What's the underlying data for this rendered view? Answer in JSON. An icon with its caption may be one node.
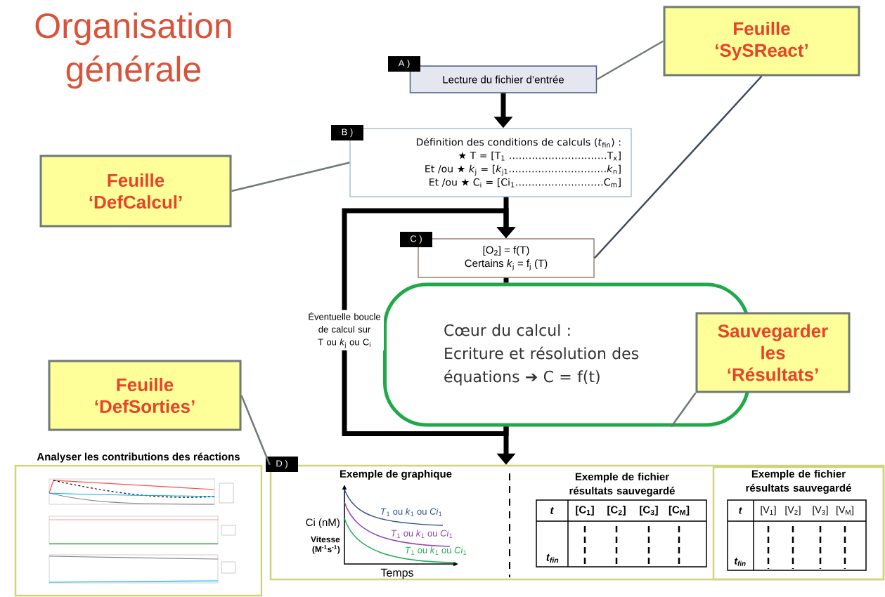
{
  "diagram": {
    "title": "Organisation générale",
    "nodes": [
      {
        "text": [
          "Lecture du fichier d’entrée"
        ],
        "beside": [
          "A )"
        ]
      },
      {
        "text": [
          "Feuille ‘SySReact’"
        ]
      },
      {
        "text": [
          "Définition des conditions de calculs (*t*$_{fin}$) :",
          "★ T = [T$_{1}$ …………………………T$_{x}$]",
          "Et /ou ★ *k*$_{j}$ = [*k*$_{j1}$…………………………*k*$_{n}$]",
          "Et /ou ★ C$_{i}$ = [Ci$_{1}$………………………C$_{m}$]"
        ],
        "beside": [
          "B )"
        ]
      },
      {
        "text": [
          "Feuille ‘DefCalcul’"
        ]
      },
      {
        "text": [
          "[O$_{2}$] = f(T)",
          "Certains *k*$_{j}$ = f$_{j}$ (T)"
        ],
        "beside": [
          "C )"
        ]
      },
      {
        "text": [
          "Cœur du calcul :",
          "Ecriture et résolution des équations ➔ C = f(t)"
        ]
      },
      {
        "text": [
          "Sauvegarder les ‘Résultats’"
        ]
      },
      {
        "text": [
          "Feuille ‘DefSorties’"
        ]
      },
      {
        "text": [
          "Analyser les contributions des réactions"
        ]
      },
      {
        "text": [],
        "shape": "box",
        "beside": [
          "D )"
        ]
      },
      {
        "text": [
          "Exemple de fichier résultats sauvegardé"
        ],
        "in": 9
      }
    ],
    "edges": [
      {
        "from": 0,
        "to": 2,
        "arrow": "to",
        "style": "thick"
      },
      {
        "from": 2,
        "to": 4,
        "arrow": "to",
        "style": "thick"
      },
      {
        "from": 4,
        "to": 5,
        "arrow": "none",
        "style": "thick"
      },
      {
        "from": 5,
        "to": 9,
        "arrow": "to",
        "style": "thick"
      },
      {
        "from": 5,
        "to": 4,
        "arrow": "to",
        "style": "thick",
        "label": "Éventuelle boucle de calcul sur T ou *k*$_{j}$ ou C$_{i}$"
      },
      {
        "from": 1,
        "to": 0,
        "arrow": "none",
        "color": "#6f7a73"
      },
      {
        "from": 1,
        "to": 4,
        "arrow": "none",
        "color": "#3d4a5c"
      },
      {
        "from": 3,
        "to": 2,
        "arrow": "none",
        "color": "#6f7a73"
      },
      {
        "from": 6,
        "to": 5,
        "arrow": "none",
        "color": "#6f7a73"
      },
      {
        "from": 7,
        "to": 9,
        "arrow": "none",
        "color": "#6f7a73"
      }
    ],
    "labels": [
      "Exemple de graphique",
      "Ci (nM)",
      "Vitesse (M$^{-1}$s$^{-1}$)",
      "*T*$_{1}$ ou *k*$_{1}$ ou *Ci*$_{1}$",
      "*T*$_{1}$ ou *k*$_{1}$ ou *Ci*$_{1}$",
      "*T*$_{1}$ ou *k*$_{1}$ ou *Ci*$_{1}$",
      "Temps",
      "Exemple de fichier résultats sauvegardé",
      "t",
      "[C$_{1}$]",
      "[C$_{2}$]",
      "[C$_{3}$]",
      "[C$_{M}$]",
      "t$_{fin}$",
      "t",
      "[V$_{1}$]",
      "[V$_{2}$]",
      "[V$_{3}$]",
      "[V$_{M}$]",
      "t$_{fin}$"
    ]
  }
}
